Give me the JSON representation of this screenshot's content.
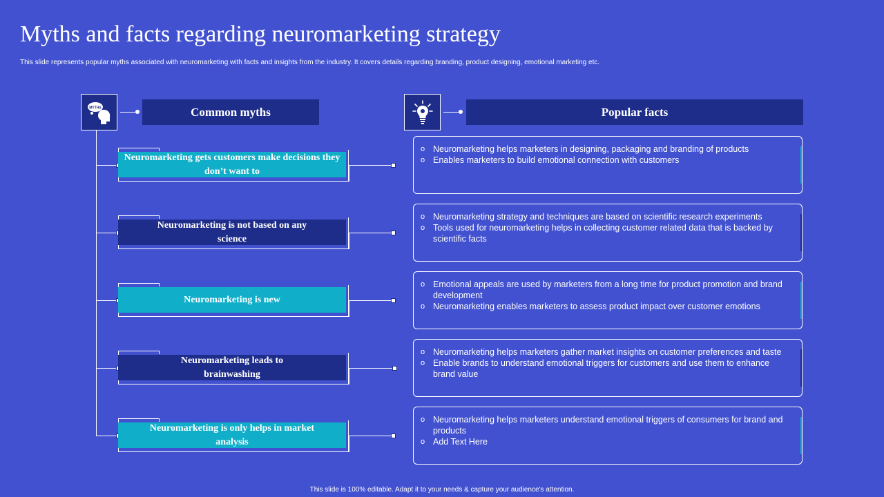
{
  "title": "Myths and facts regarding neuromarketing strategy",
  "subtitle": "This slide represents popular myths associated with neuromarketing with facts and insights from the industry. It covers details regarding branding, product designing, emotional marketing etc.",
  "footer": "This slide is 100% editable. Adapt it to your needs & capture your audience's attention.",
  "colors": {
    "background": "#4251cf",
    "navy": "#1e2c8a",
    "teal": "#10aec8",
    "white": "#ffffff"
  },
  "myths_header": {
    "label": "Common myths",
    "icon": "myth-head-icon",
    "icon_text": "MYTHS"
  },
  "facts_header": {
    "label": "Popular facts",
    "icon": "lightbulb-icon"
  },
  "myths": [
    {
      "text": "Neuromarketing  gets customers make decisions they don’t want  to",
      "style": "teal"
    },
    {
      "text": "Neuromarketing  is not based on any science",
      "style": "navy"
    },
    {
      "text": "Neuromarketing  is new",
      "style": "teal"
    },
    {
      "text": "Neuromarketing  leads to brainwashing",
      "style": "navy"
    },
    {
      "text": "Neuromarketing  is only helps in market analysis",
      "style": "teal"
    }
  ],
  "facts": [
    {
      "accent": "#10aec8",
      "items": [
        "Neuromarketing  helps marketers in designing, packaging and branding of products",
        "Enables marketers to build emotional connection with customers"
      ]
    },
    {
      "accent": "#1e2c8a",
      "items": [
        "Neuromarketing  strategy and techniques are based on scientific research experiments",
        "Tools used for neuromarketing helps in collecting customer related data that is backed by scientific facts"
      ]
    },
    {
      "accent": "#10aec8",
      "items": [
        "Emotional appeals are used by marketers from  a long time for product promotion  and brand development",
        "Neuromarketing  enables marketers to assess product impact over  customer emotions"
      ]
    },
    {
      "accent": "#1e2c8a",
      "items": [
        "Neuromarketing  helps marketers gather market insights on customer preferences  and taste",
        "Enable brands to understand emotional triggers for customers and use them to enhance brand value"
      ]
    },
    {
      "accent": "#10aec8",
      "items": [
        "Neuromarketing  helps marketers understand emotional triggers of consumers for brand and products",
        "Add Text Here"
      ]
    }
  ]
}
